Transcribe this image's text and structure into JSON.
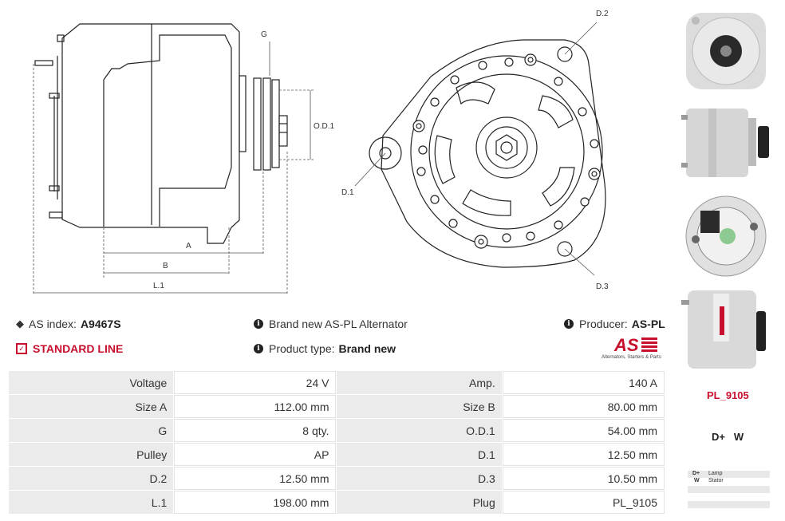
{
  "diagram_labels": {
    "g": "G",
    "a": "A",
    "b": "B",
    "l1": "L.1",
    "od1": "O.D.1",
    "d1": "D.1",
    "d2": "D.2",
    "d3": "D.3"
  },
  "info": {
    "as_index_label": "AS index:",
    "as_index_value": "A9467S",
    "line": "STANDARD LINE",
    "description": "Brand new AS-PL Alternator",
    "product_type_label": "Product type:",
    "product_type_value": "Brand new",
    "producer_label": "Producer:",
    "producer_value": "AS-PL"
  },
  "logo": {
    "text": "AS",
    "tagline": "Alternators, Starters & Parts",
    "color": "#c8102e"
  },
  "specs": [
    {
      "k1": "Voltage",
      "v1": "24 V",
      "k2": "Amp.",
      "v2": "140 A"
    },
    {
      "k1": "Size A",
      "v1": "112.00 mm",
      "k2": "Size B",
      "v2": "80.00 mm"
    },
    {
      "k1": "G",
      "v1": "8 qty.",
      "k2": "O.D.1",
      "v2": "54.00 mm"
    },
    {
      "k1": "Pulley",
      "v1": "AP",
      "k2": "D.1",
      "v2": "12.50 mm"
    },
    {
      "k1": "D.2",
      "v1": "12.50 mm",
      "k2": "D.3",
      "v2": "10.50 mm"
    },
    {
      "k1": "L.1",
      "v1": "198.00 mm",
      "k2": "Plug",
      "v2": "PL_9105"
    }
  ],
  "plug": {
    "code": "PL_9105",
    "terminals": "D+   W",
    "pins": [
      {
        "pin": "D+",
        "desc": "Lamp"
      },
      {
        "pin": "W",
        "desc": "Stator"
      }
    ]
  },
  "colors": {
    "accent_red": "#c8102e",
    "table_key_bg": "#ebebeb"
  }
}
